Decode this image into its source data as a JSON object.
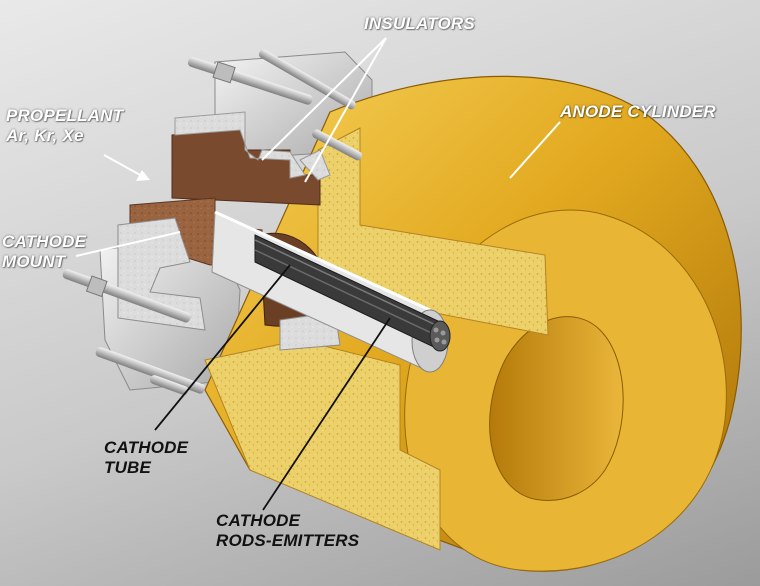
{
  "labels": {
    "insulators": "INSULATORS",
    "anode_cylinder": "ANODE CYLINDER",
    "propellant_line1": "PROPELLANT",
    "propellant_line2": "Ar, Kr, Xe",
    "cathode_mount_line1": "CATHODE",
    "cathode_mount_line2": "MOUNT",
    "cathode_tube_line1": "CATHODE",
    "cathode_tube_line2": "TUBE",
    "cathode_rods_line1": "CATHODE",
    "cathode_rods_line2": "RODS-EMITTERS"
  },
  "colors": {
    "background": "#cfcfcf",
    "anode_gold": "#e0a81c",
    "anode_cut_face": "#ecd36c",
    "insulator_brown": "#7a4a2e",
    "mount_gray": "#d8d8d8",
    "label_white": "#ffffff",
    "label_black": "#111111"
  }
}
